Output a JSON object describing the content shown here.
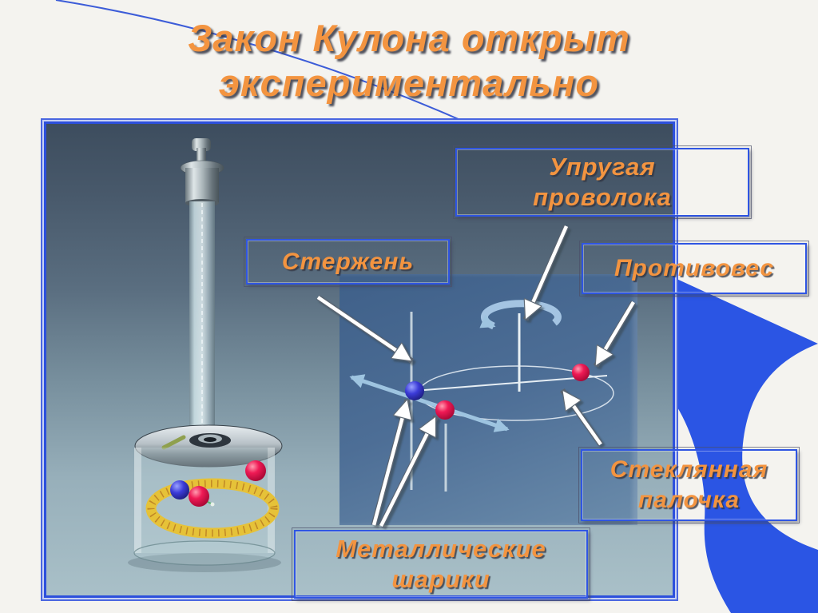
{
  "title": {
    "line1": "Закон Кулона открыт",
    "line2": "экспериментально"
  },
  "labels": {
    "elastic_wire": {
      "line1": "Упругая",
      "line2": "проволока"
    },
    "rod": {
      "text": "Стержень"
    },
    "counterweight": {
      "text": "Противовес"
    },
    "glass_rod": {
      "line1": "Стеклянная",
      "line2": "палочка"
    },
    "metal_balls": {
      "line1": "Металлические",
      "line2": "шарики"
    }
  },
  "colors": {
    "title_orange": "#f39440",
    "frame_blue": "#2d50dc",
    "label_border_blue": "#2f55e2",
    "swoosh_blue": "#2b55e4",
    "photo_top": "#3d4d5e",
    "photo_bottom": "#a9c0c8",
    "panel_blue": "#4d6e96",
    "tape_yellow": "#e6c238",
    "ball_red": "#ef1a55",
    "ball_blue": "#3b3bd8"
  }
}
